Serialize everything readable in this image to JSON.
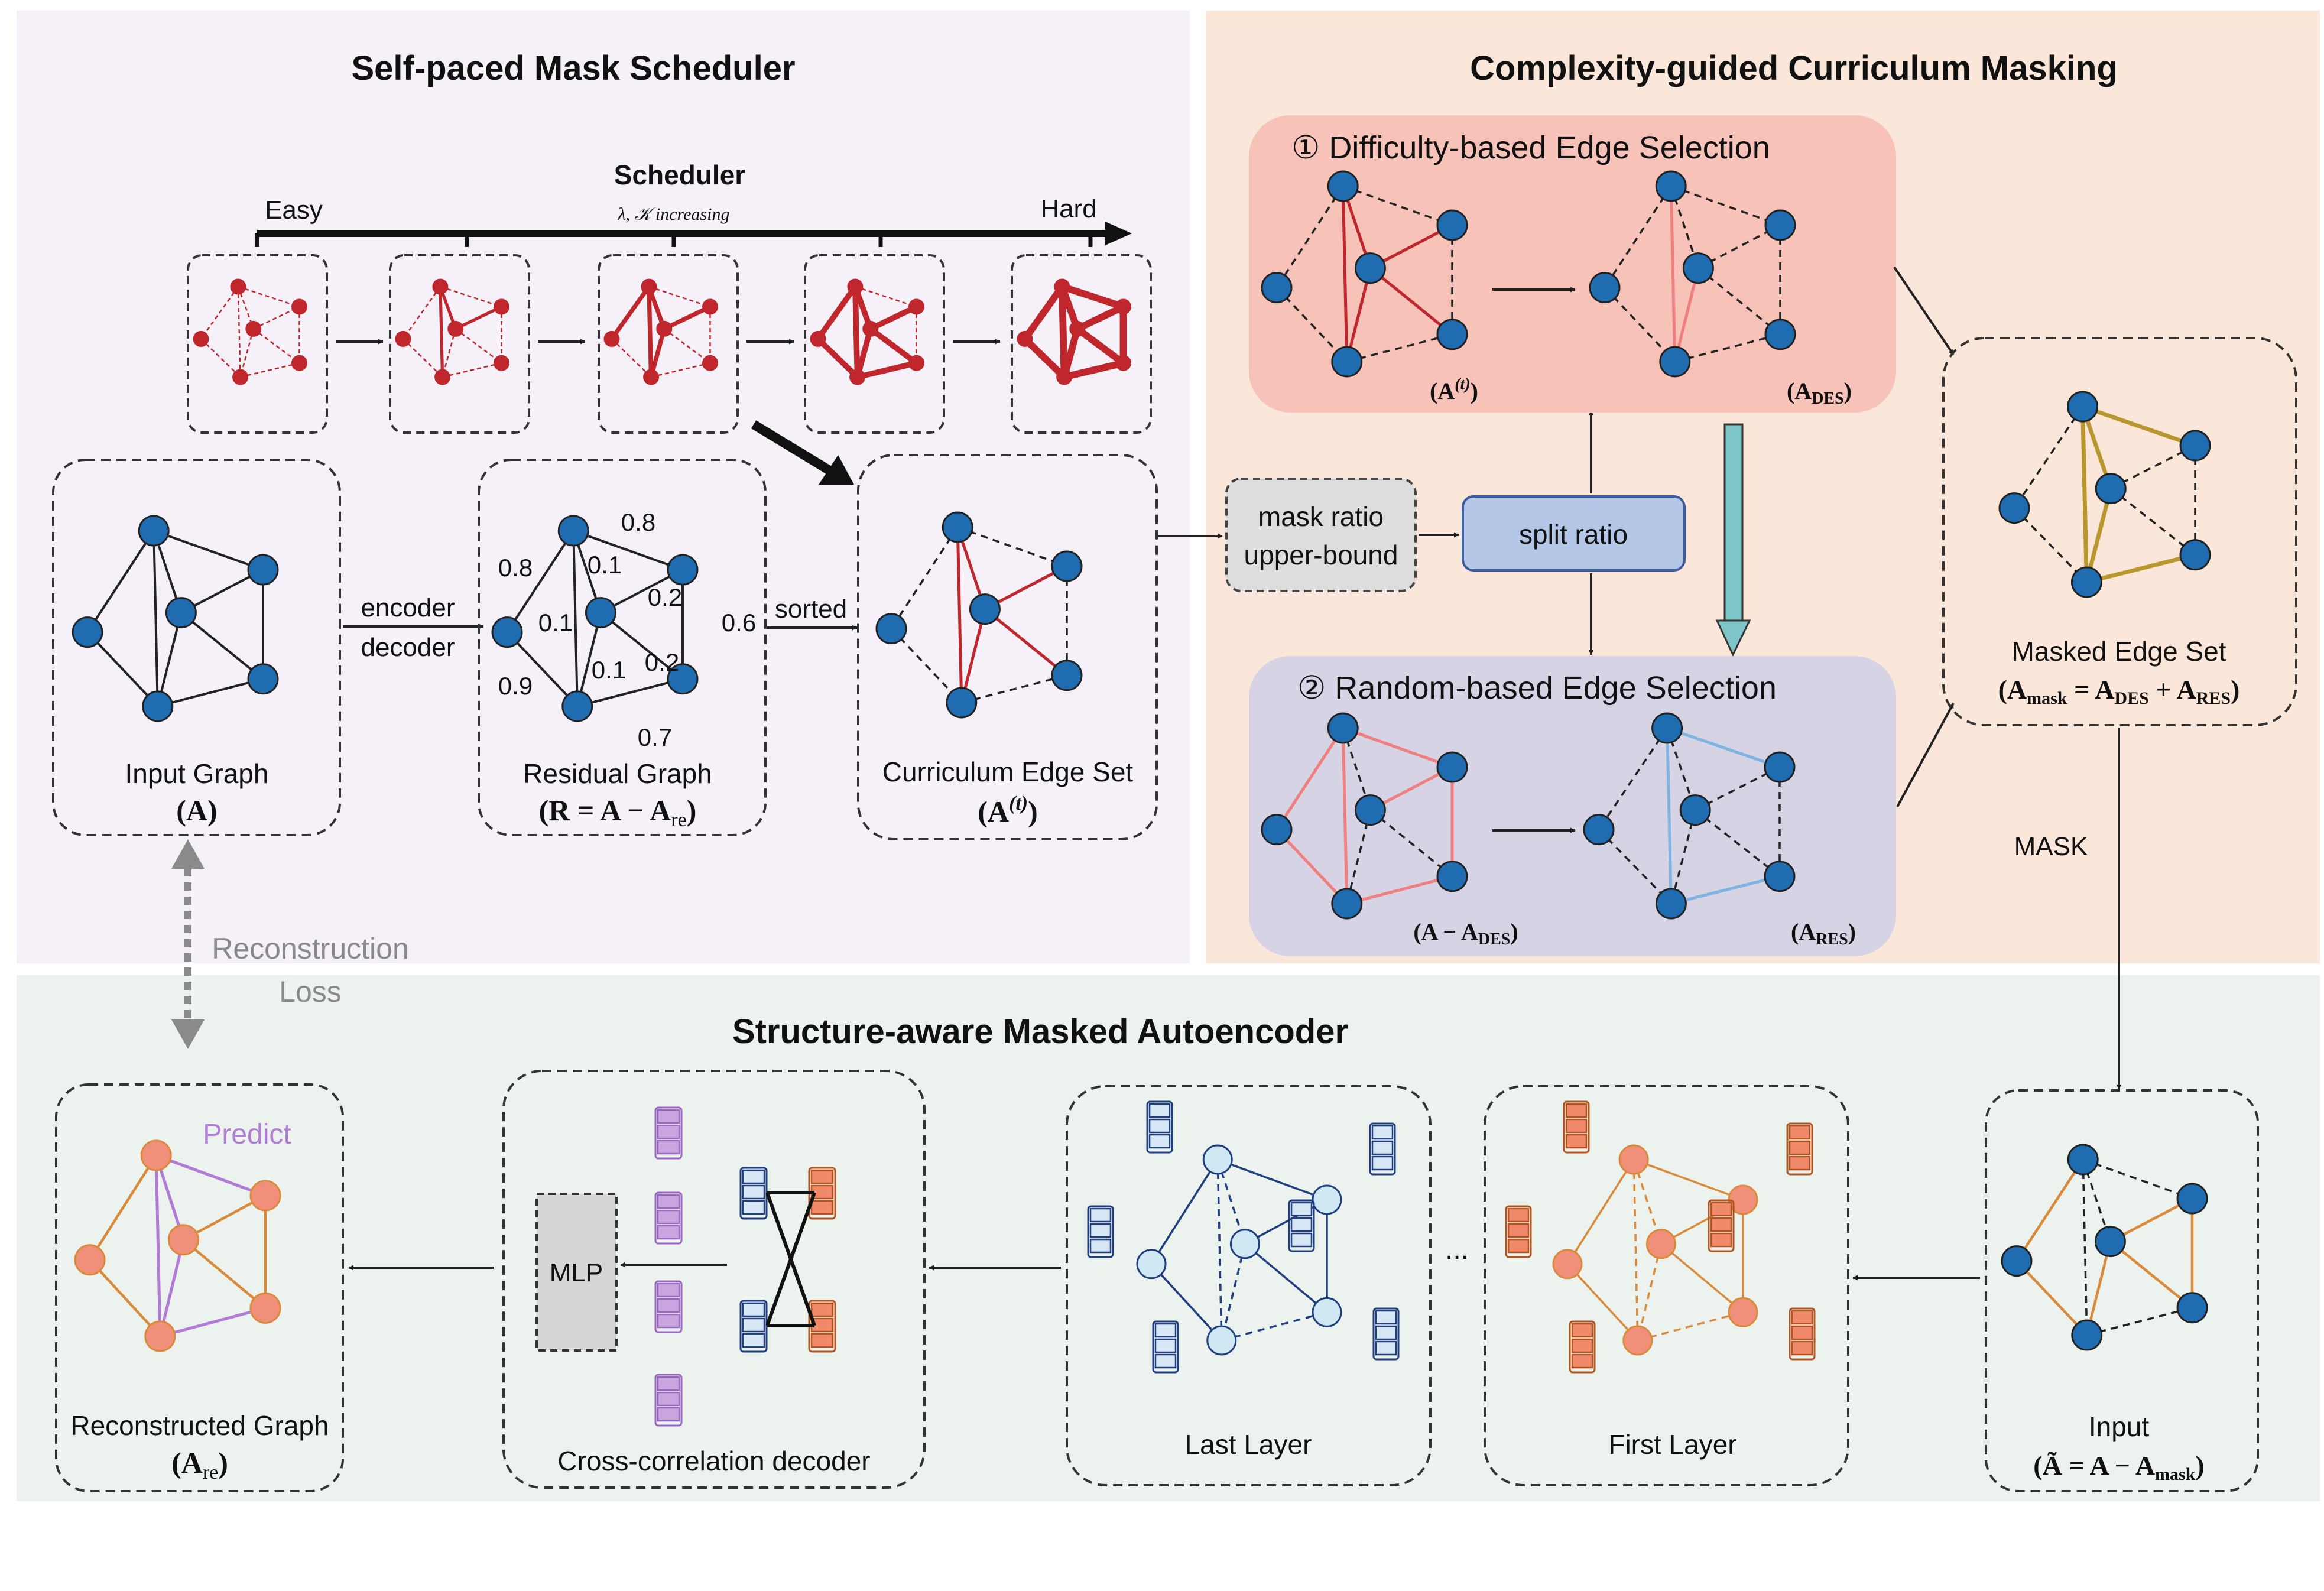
{
  "sections": {
    "scheduler": {
      "title": "Self-paced Mask Scheduler"
    },
    "curriculum": {
      "title": "Complexity-guided Curriculum Masking"
    },
    "autoencoder": {
      "title": "Structure-aware Masked Autoencoder"
    }
  },
  "scheduler": {
    "heading": "Scheduler",
    "easy": "Easy",
    "hard": "Hard",
    "param": "λ, 𝒦 increasing"
  },
  "input_graph": {
    "label": "Input Graph",
    "formula": "(A)"
  },
  "residual_graph": {
    "label": "Residual Graph",
    "formula": "(R = A − A",
    "formula_sub": "re",
    "formula_end": ")",
    "weights": [
      "0.8",
      "0.8",
      "0.1",
      "0.1",
      "0.2",
      "0.6",
      "0.1",
      "0.2",
      "0.9",
      "0.7"
    ]
  },
  "curriculum_edge_set": {
    "label": "Curriculum Edge Set",
    "formula": "(A",
    "formula_sup": "(t)",
    "formula_end": ")"
  },
  "arrows": {
    "encoder": "encoder",
    "decoder": "decoder",
    "sorted": "sorted",
    "mask": "MASK"
  },
  "mask_ratio": {
    "line1": "mask ratio",
    "line2": "upper-bound"
  },
  "split_ratio": {
    "label": "split ratio"
  },
  "des": {
    "title": "① Difficulty-based  Edge Selection",
    "left_formula": "(A",
    "left_sup": "(t)",
    "left_end": ")",
    "right_formula": "(A",
    "right_sub": "DES",
    "right_end": ")"
  },
  "res": {
    "title": "② Random-based Edge Selection",
    "left_formula": "(A − A",
    "left_sub": "DES",
    "left_end": ")",
    "right_formula": "(A",
    "right_sub": "RES",
    "right_end": ")"
  },
  "masked_edge_set": {
    "label": "Masked Edge Set",
    "f1": "(A",
    "f1_sub": "mask",
    "f2": " = A",
    "f2_sub": "DES",
    "f3": " + A",
    "f3_sub": "RES",
    "f4": ")"
  },
  "reconstruction_loss": {
    "line1": "Reconstruction",
    "line2": "Loss"
  },
  "reconstructed_graph": {
    "label": "Reconstructed Graph",
    "formula": "(A",
    "formula_sub": "re",
    "formula_end": ")",
    "predict": "Predict"
  },
  "cross_decoder": {
    "label": "Cross-correlation decoder",
    "mlp": "MLP"
  },
  "last_layer": {
    "label": "Last Layer"
  },
  "first_layer": {
    "label": "First Layer"
  },
  "ellipsis": "...",
  "input_box": {
    "label": "Input",
    "f1": "(Ã = A − A",
    "f1_sub": "mask",
    "f2": ")"
  },
  "colors": {
    "node_blue": "#1f6db0",
    "scheduler_red": "#c0272d",
    "gold": "#b9962e",
    "pink_edge": "#f08080",
    "blue_edge": "#7fb3e0",
    "orange_node": "#f0907a",
    "orange_edge": "#d98a3a",
    "purple_edge": "#b07cd6",
    "navy": "#1f3f80"
  }
}
